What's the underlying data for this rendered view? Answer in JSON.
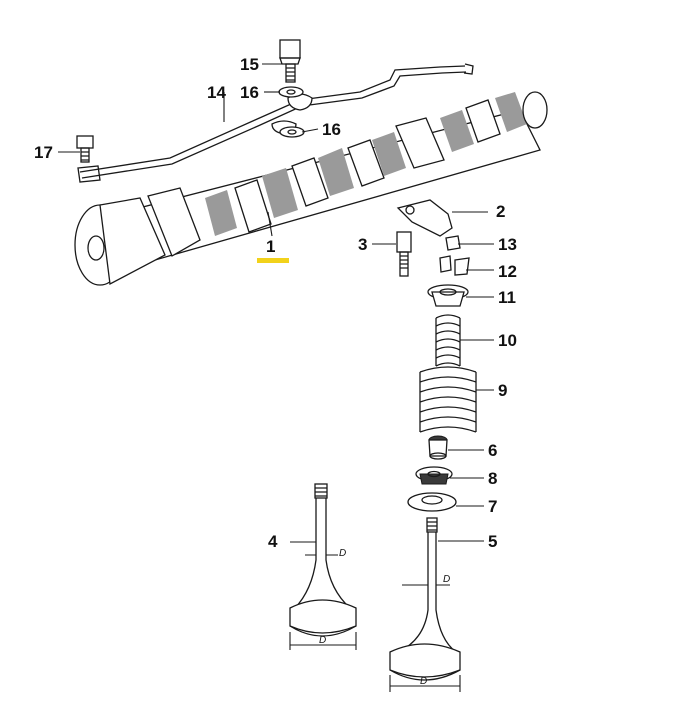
{
  "diagram": {
    "callouts": [
      {
        "id": "part-1",
        "text": "1"
      },
      {
        "id": "part-2",
        "text": "2"
      },
      {
        "id": "part-3",
        "text": "3"
      },
      {
        "id": "part-4",
        "text": "4"
      },
      {
        "id": "part-5",
        "text": "5"
      },
      {
        "id": "part-6",
        "text": "6"
      },
      {
        "id": "part-7",
        "text": "7"
      },
      {
        "id": "part-8",
        "text": "8"
      },
      {
        "id": "part-9",
        "text": "9"
      },
      {
        "id": "part-10",
        "text": "10"
      },
      {
        "id": "part-11",
        "text": "11"
      },
      {
        "id": "part-12",
        "text": "12"
      },
      {
        "id": "part-13",
        "text": "13"
      },
      {
        "id": "part-14",
        "text": "14"
      },
      {
        "id": "part-15",
        "text": "15"
      },
      {
        "id": "part-16a",
        "text": "16"
      },
      {
        "id": "part-16b",
        "text": "16"
      },
      {
        "id": "part-17",
        "text": "17"
      }
    ],
    "dimension_label": "D",
    "highlight_color": "#f2d21b"
  }
}
